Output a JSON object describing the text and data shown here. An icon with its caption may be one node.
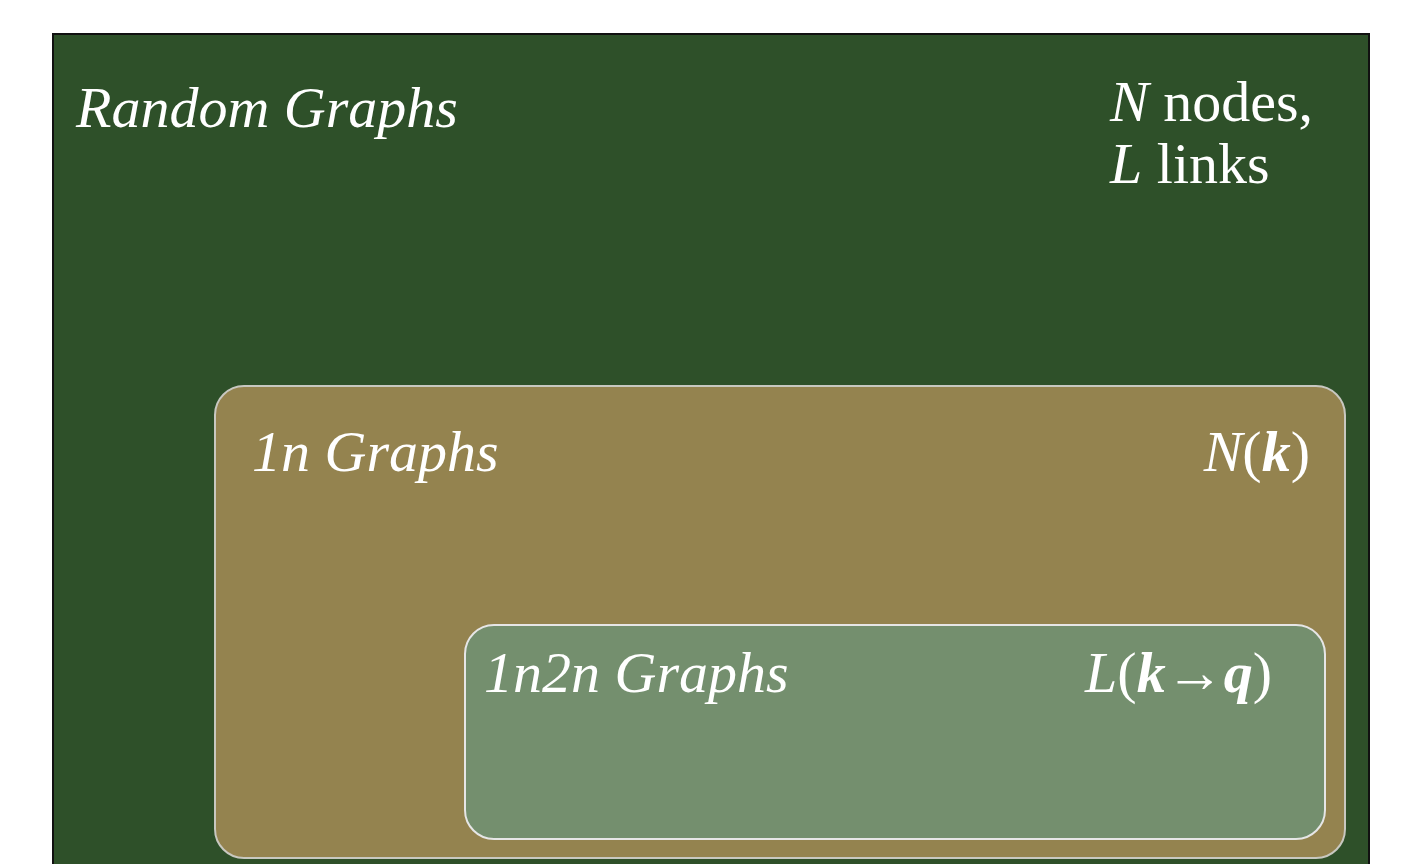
{
  "diagram": {
    "nodes": [
      {
        "text": [
          "Random Graphs",
          "*N* nodes, *L* links"
        ]
      },
      {
        "text": [
          "1n Graphs",
          "*N*(**k**)"
        ],
        "in": 0
      },
      {
        "text": [
          "1n2n Graphs",
          "*L*(**k**→**q**)"
        ],
        "in": 1
      }
    ],
    "edges": []
  }
}
